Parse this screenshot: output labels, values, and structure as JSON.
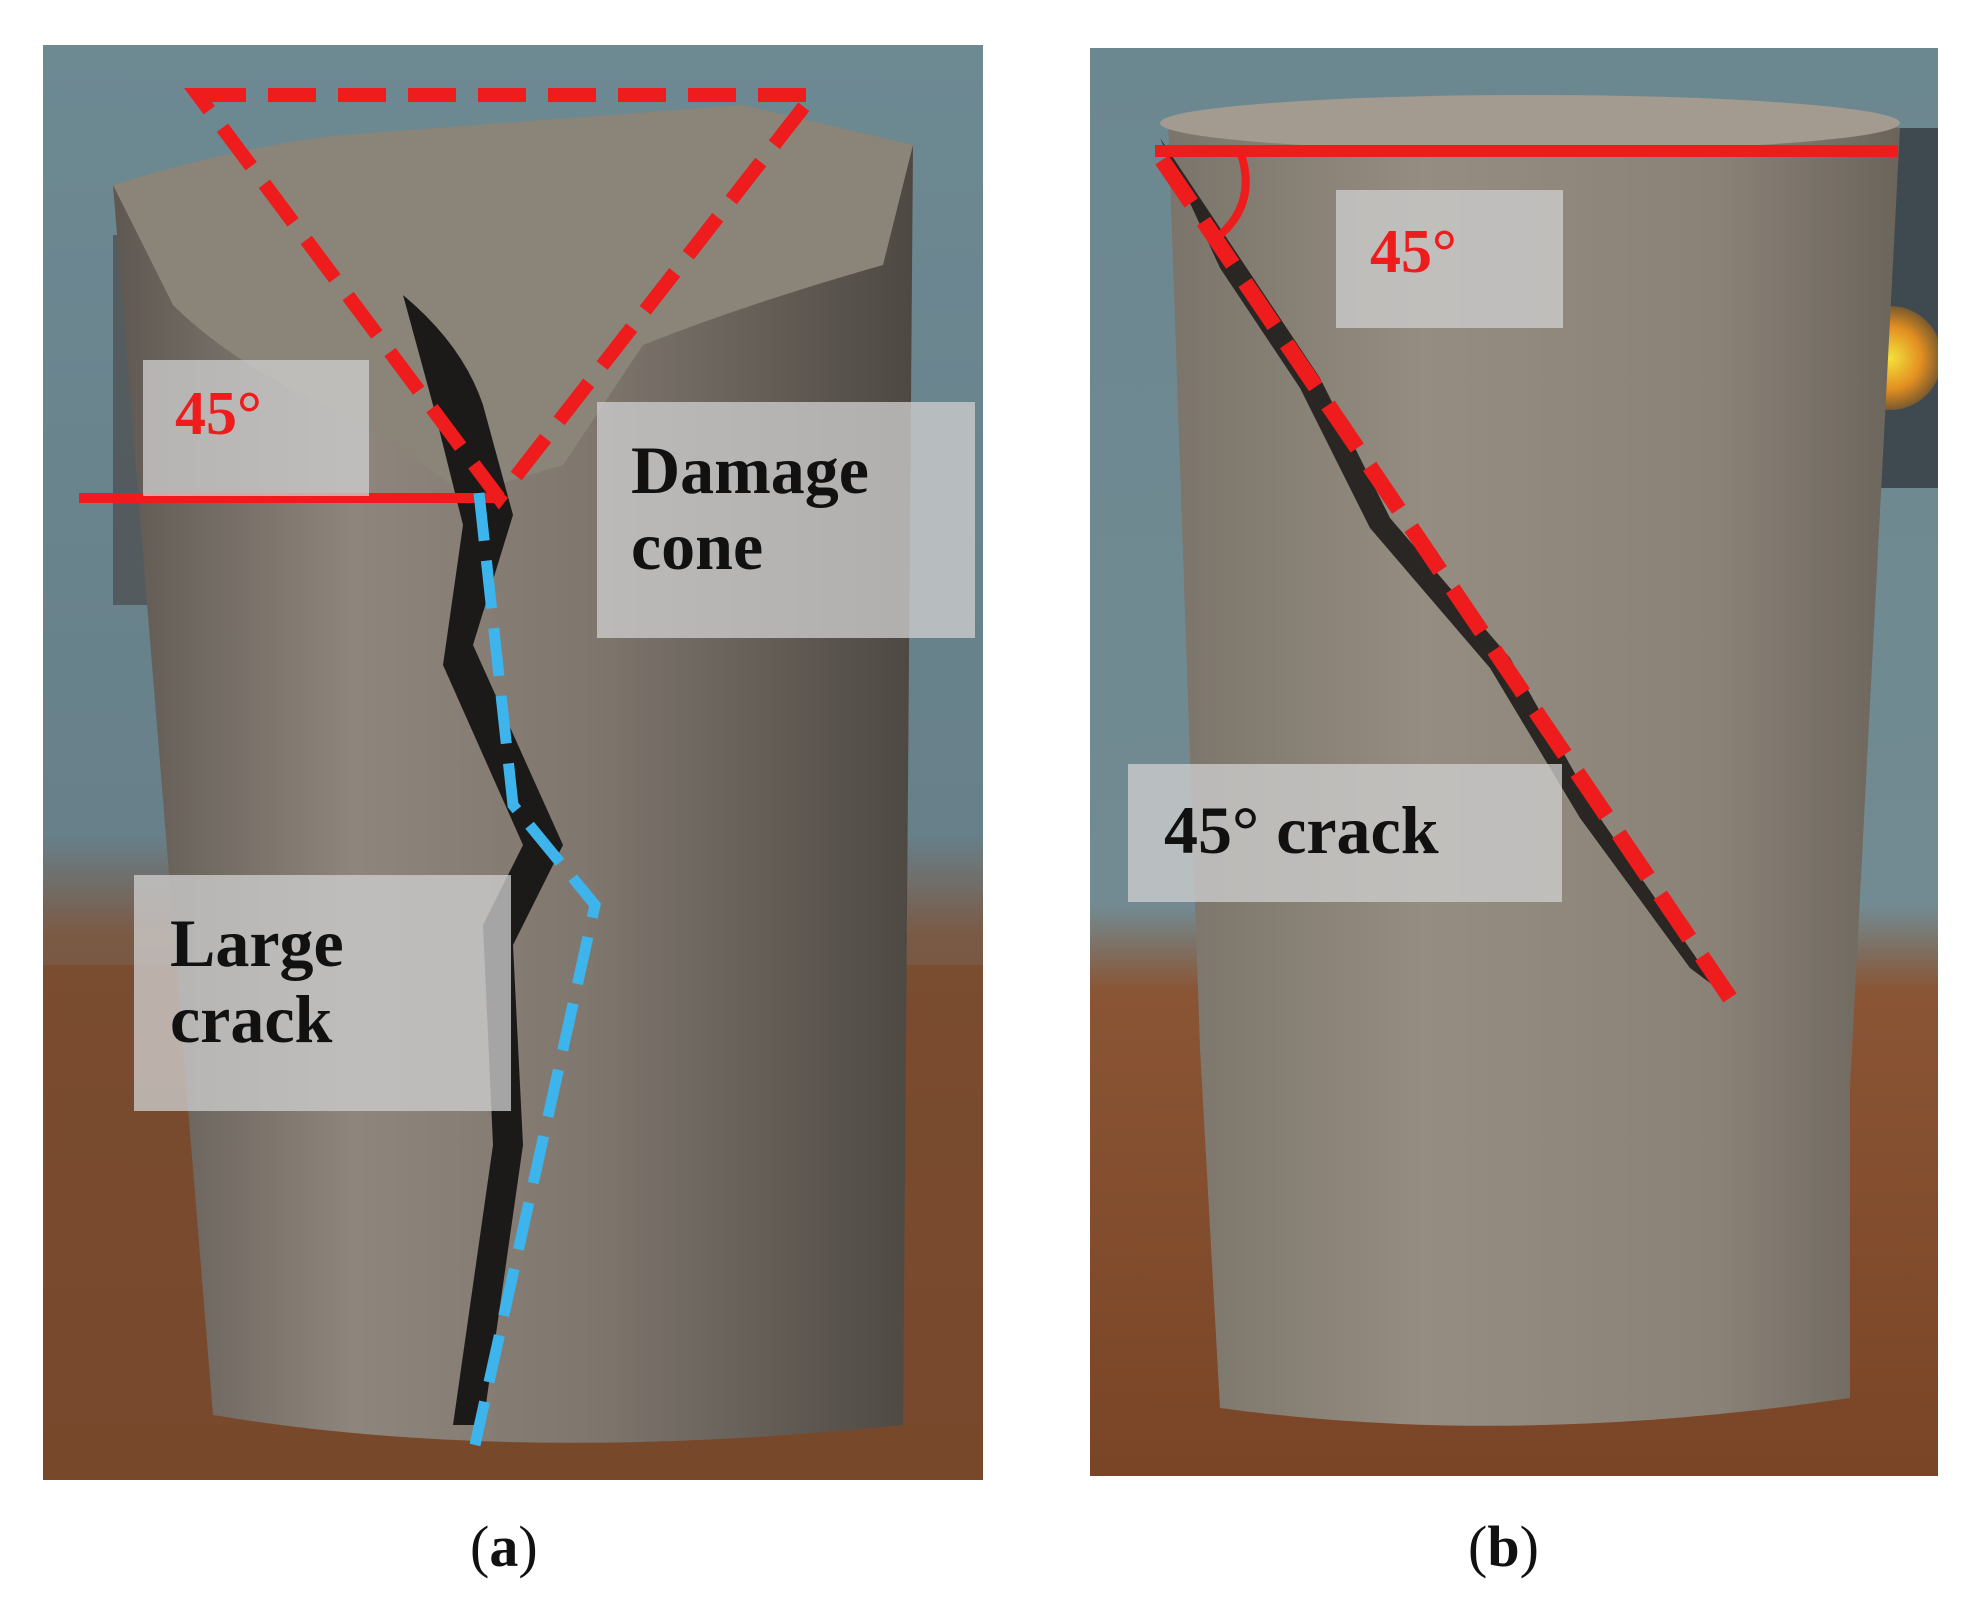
{
  "panel_a": {
    "angle_label": "45°",
    "damage_cone_label": [
      "Damage",
      "cone"
    ],
    "large_crack_label": [
      "Large",
      "crack"
    ],
    "caption_letter": "a"
  },
  "panel_b": {
    "angle_label": "45°",
    "crack_label": "45° crack",
    "caption_letter": "b"
  },
  "colors": {
    "annotation_red": "#ee1c1c",
    "annotation_blue": "#3db4ec",
    "specimen_gray": "#8b8378",
    "background_blue_gray": "#6f8a93",
    "table_wood": "#8a4f2e"
  }
}
